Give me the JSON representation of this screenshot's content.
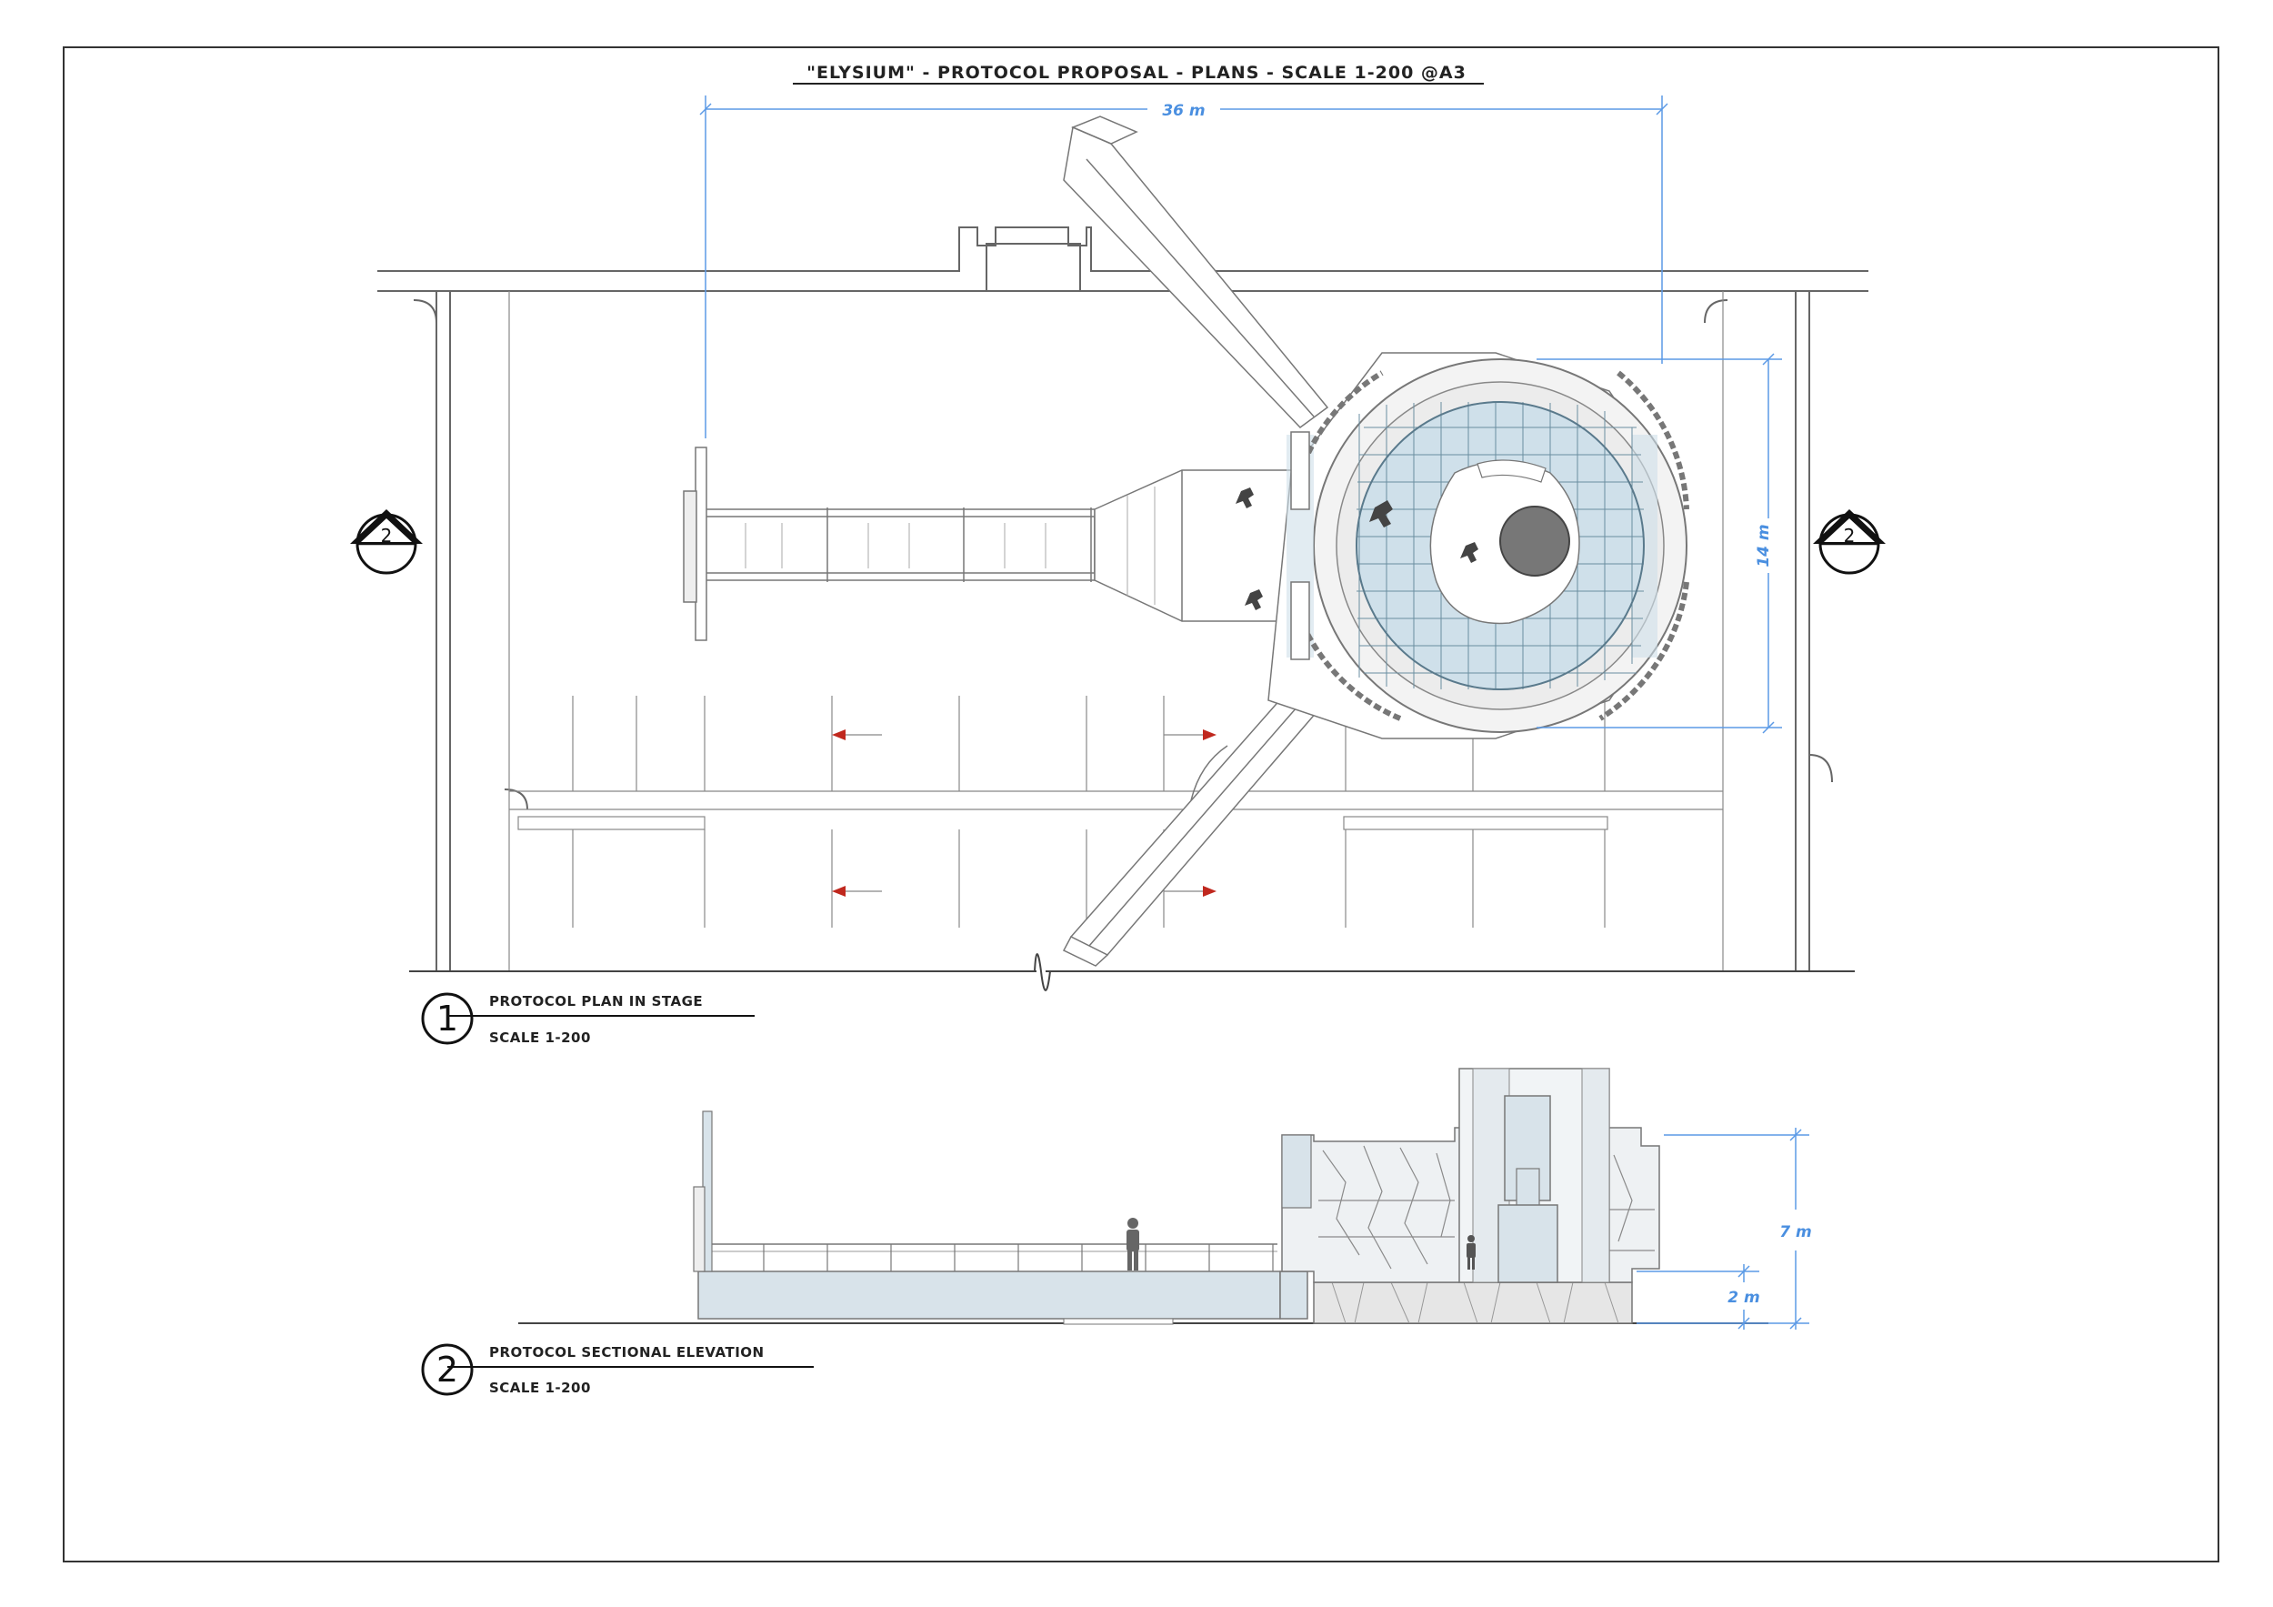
{
  "sheet": {
    "title": "\"ELYSIUM\" - PROTOCOL PROPOSAL - PLANS - SCALE 1-200 @A3"
  },
  "plan": {
    "number": "1",
    "title": "PROTOCOL PLAN IN STAGE",
    "scale": "SCALE 1-200",
    "section_marker_left": "2",
    "section_marker_right": "2"
  },
  "elevation": {
    "number": "2",
    "title": "PROTOCOL SECTIONAL ELEVATION",
    "scale": "SCALE 1-200"
  },
  "dimensions": {
    "width": "36 m",
    "depth": "14 m",
    "height": "7 m",
    "base": "2 m"
  },
  "colors": {
    "dimension": "#4a8fe0",
    "glass": "#cfe0ea",
    "arrow": "#c0281e",
    "platform": "#d8e3ea"
  }
}
